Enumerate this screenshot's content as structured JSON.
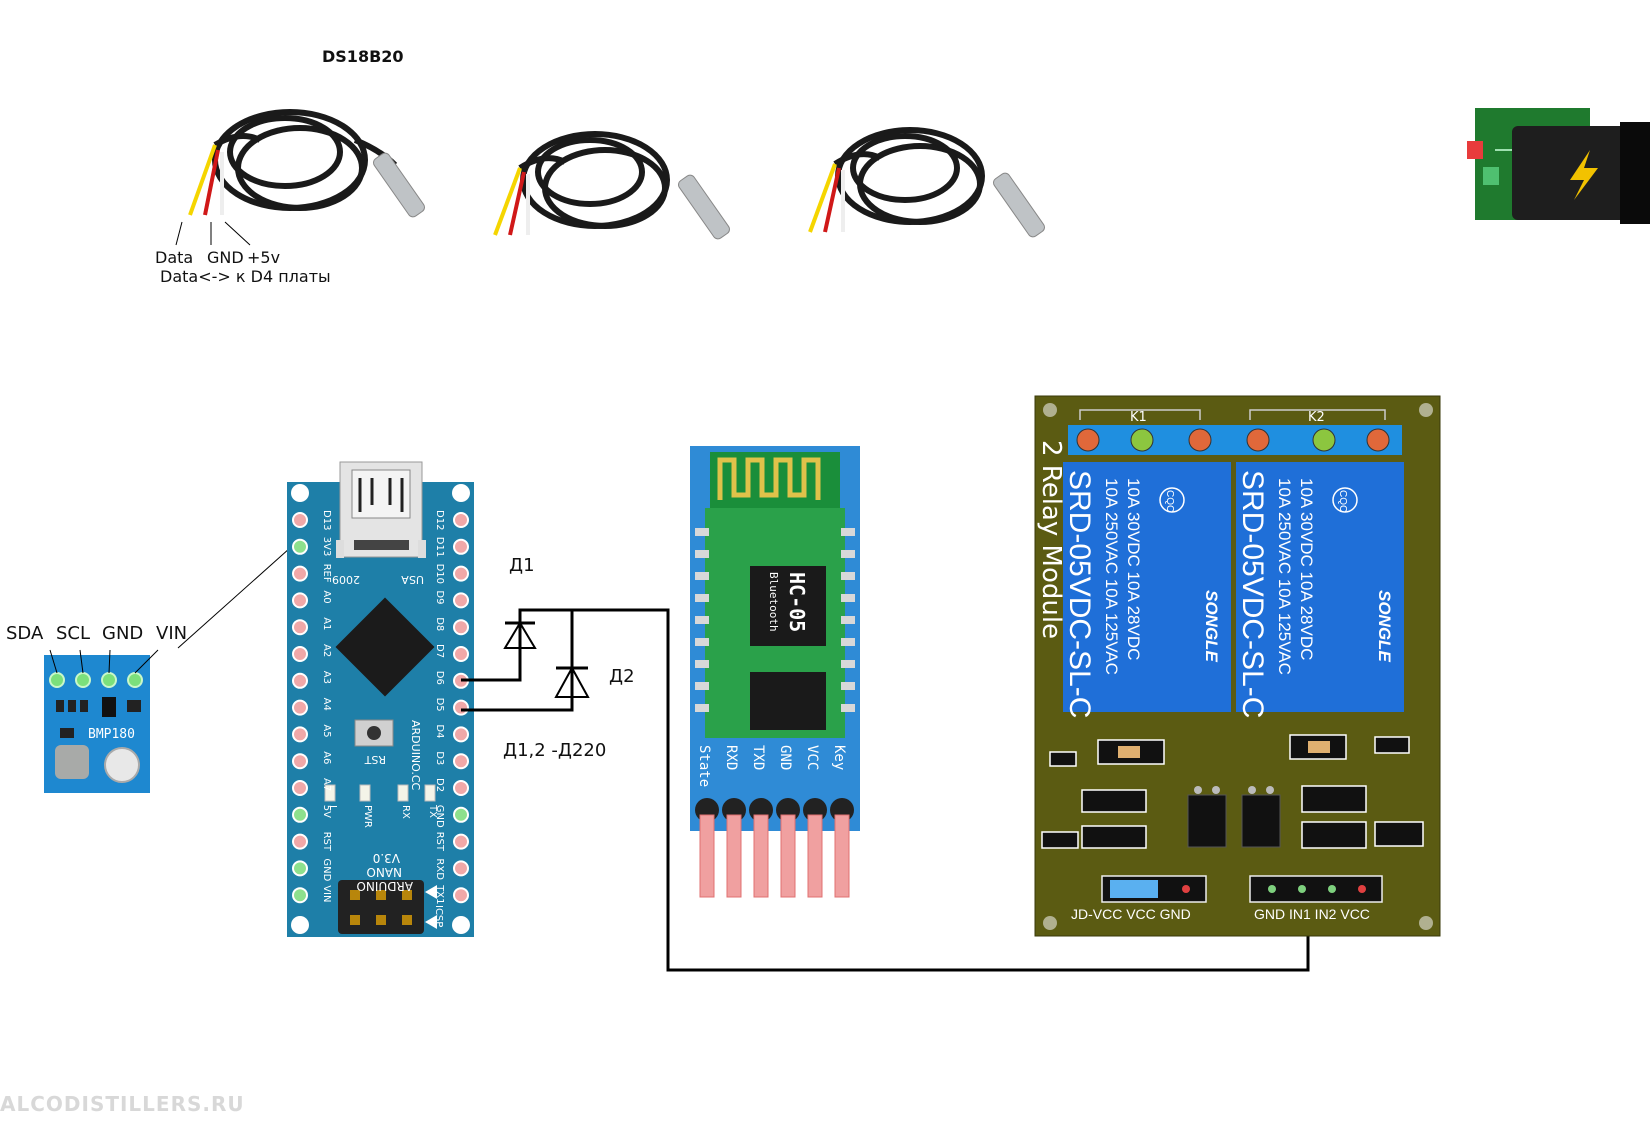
{
  "sensor_section": {
    "title": "DS18B20",
    "wire_labels": {
      "data": "Data",
      "gnd": "GND",
      "vcc": "+5v"
    },
    "connection_note": "Data<->  к D4 платы"
  },
  "bmp180": {
    "pins": [
      "SDA",
      "SCL",
      "GND",
      "VIN"
    ],
    "chip_label": "BMP180"
  },
  "arduino": {
    "board_text": [
      "ARDUINO",
      "NANO",
      "V3.0"
    ],
    "left_pins": [
      "D13",
      "3V3",
      "REF",
      "A0",
      "A1",
      "A2",
      "A3",
      "A4",
      "A5",
      "A6",
      "A7",
      "5V",
      "RST",
      "GND",
      "VIN"
    ],
    "right_pins": [
      "D12",
      "D11",
      "D10",
      "D9",
      "D8",
      "D7",
      "D6",
      "D5",
      "D4",
      "D3",
      "D2",
      "GND",
      "RST",
      "RXD",
      "TX1"
    ],
    "misc_labels": {
      "usa": "USA",
      "year": "2009",
      "rst": "RST",
      "site": "ARDUINO.CC",
      "pwr": "PWR",
      "rx": "RX",
      "tx": "TX",
      "l": "L",
      "icsp": "ICSP"
    }
  },
  "diodes": {
    "d1": "Д1",
    "d2": "Д2",
    "note": "Д1,2 -Д220"
  },
  "bluetooth": {
    "model": "HC-05",
    "subtitle": "Bluetooth",
    "pins": [
      "State",
      "RXD",
      "TXD",
      "GND",
      "VCC",
      "Key"
    ]
  },
  "relay_module": {
    "title": "2 Relay Module",
    "relays": [
      {
        "label": "K1",
        "model": "SRD-05VDC-SL-C",
        "rating1": "10A 250VAC  10A 125VAC",
        "rating2": "10A  30VDC  10A  28VDC",
        "brand": "SONGLE",
        "cert": "CQC"
      },
      {
        "label": "K2",
        "model": "SRD-05VDC-SL-C",
        "rating1": "10A 250VAC  10A 125VAC",
        "rating2": "10A  30VDC  10A  28VDC",
        "brand": "SONGLE",
        "cert": "CQC"
      }
    ],
    "left_header": "JD-VCC  VCC  GND",
    "right_header": "GND  IN1  IN2  VCC"
  },
  "watermark": "ALCODISTILLERS.RU",
  "colors": {
    "arduino_pcb": "#1e7fa8",
    "bmp_pcb": "#1e88d0",
    "hc05_pcb": "#2f8bd6",
    "relay_pcb": "#5b5b12",
    "relay_blue": "#1f6fd8",
    "wire": "#000000",
    "charger_green": "#1f7a2e"
  }
}
